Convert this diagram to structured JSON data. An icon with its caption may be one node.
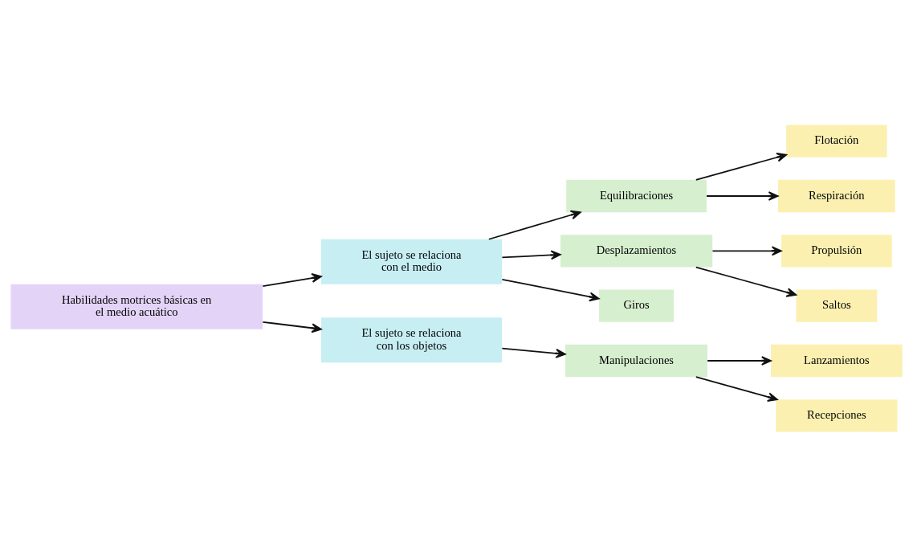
{
  "diagram": {
    "nodes": [
      {
        "text": [
          "Habilidades motrices básicas en el medio acuático"
        ]
      },
      {
        "text": [
          "El sujeto se relaciona con el medio"
        ]
      },
      {
        "text": [
          "Equilibraciones"
        ]
      },
      {
        "text": [
          "Desplazamientos"
        ]
      },
      {
        "text": [
          "Giros"
        ]
      },
      {
        "text": [
          "Flotación"
        ]
      },
      {
        "text": [
          "Respiración"
        ]
      },
      {
        "text": [
          "Propulsión"
        ]
      },
      {
        "text": [
          "Saltos"
        ]
      },
      {
        "text": [
          "El sujeto se relaciona con los objetos"
        ]
      },
      {
        "text": [
          "Manipulaciones"
        ]
      },
      {
        "text": [
          "Lanzamientos"
        ]
      },
      {
        "text": [
          "Recepciones"
        ]
      }
    ],
    "edges": [
      {
        "from": 0,
        "to": 1,
        "arrow": "to"
      },
      {
        "from": 1,
        "to": 2,
        "arrow": "to"
      },
      {
        "from": 1,
        "to": 3,
        "arrow": "to"
      },
      {
        "from": 1,
        "to": 4,
        "arrow": "to"
      },
      {
        "from": 2,
        "to": 5,
        "arrow": "to"
      },
      {
        "from": 2,
        "to": 6,
        "arrow": "to"
      },
      {
        "from": 3,
        "to": 7,
        "arrow": "to"
      },
      {
        "from": 3,
        "to": 8,
        "arrow": "to"
      },
      {
        "from": 0,
        "to": 9,
        "arrow": "to"
      },
      {
        "from": 9,
        "to": 10,
        "arrow": "to"
      },
      {
        "from": 10,
        "to": 11,
        "arrow": "to"
      },
      {
        "from": 10,
        "to": 12,
        "arrow": "to"
      }
    ]
  }
}
